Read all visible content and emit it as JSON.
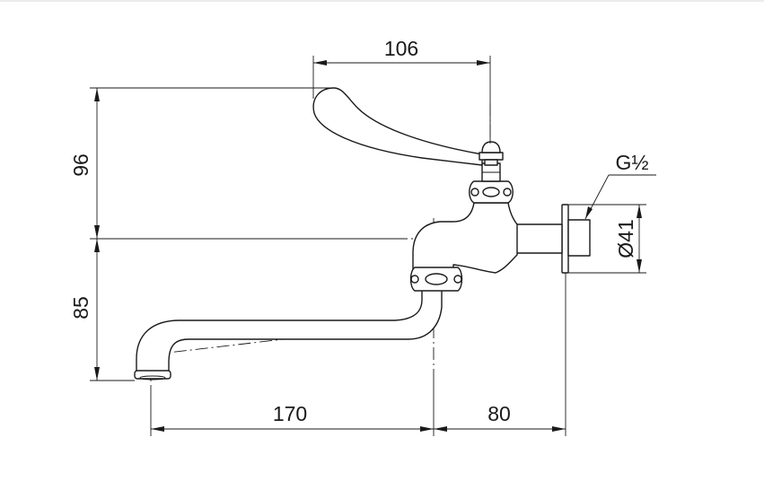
{
  "dimensions": {
    "handle_reach": "106",
    "handle_height": "96",
    "spout_drop": "85",
    "spout_reach": "170",
    "wall_offset": "80",
    "flange_diameter": "Ø41",
    "thread_size": "G½"
  },
  "colors": {
    "line": "#1a1a1a",
    "background": "#ffffff"
  }
}
